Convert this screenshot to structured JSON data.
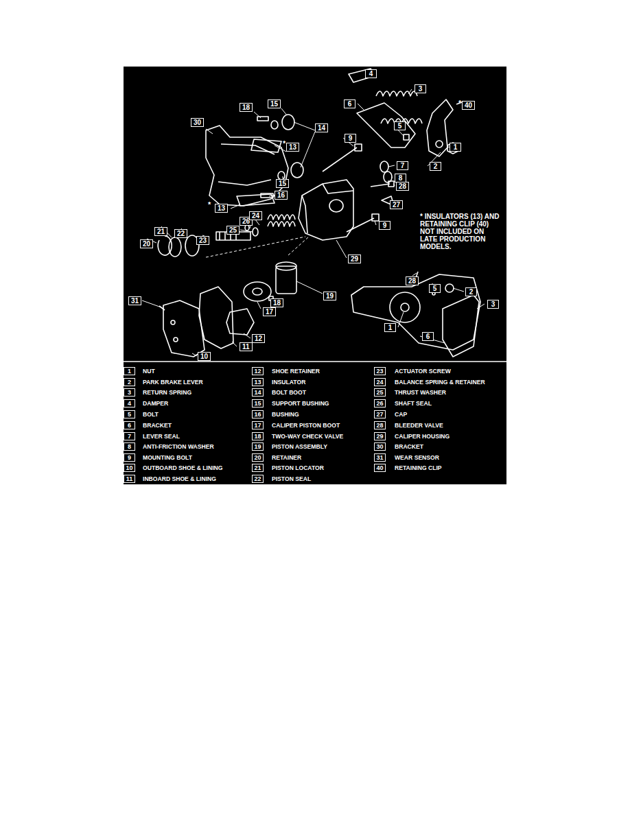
{
  "diagram": {
    "labels": [
      "4",
      "3",
      "*",
      "40",
      "6",
      "18",
      "15",
      "30",
      "14",
      "5",
      "1",
      "9",
      "2",
      "*",
      "13",
      "7",
      "8",
      "15",
      "16",
      "28",
      "27",
      "*",
      "13",
      "26",
      "25",
      "24",
      "9",
      "29",
      "21",
      "22",
      "23",
      "20",
      "19",
      "18",
      "17",
      "12",
      "31",
      "11",
      "10",
      "28",
      "5",
      "2",
      "3",
      "1",
      "6",
      "* INSULATORS (13) AND RETAINING CLIP (40) NOT INCLUDED ON LATE PRODUCTION MODELS.",
      "1",
      "NUT",
      "2",
      "PARK BRAKE LEVER",
      "3",
      "RETURN SPRING",
      "4",
      "DAMPER",
      "5",
      "BOLT",
      "6",
      "BRACKET",
      "7",
      "LEVER SEAL",
      "8",
      "ANTI-FRICTION WASHER",
      "9",
      "MOUNTING BOLT",
      "10",
      "OUTBOARD SHOE & LINING",
      "11",
      "INBOARD SHOE & LINING",
      "12",
      "SHOE RETAINER",
      "13",
      "INSULATOR",
      "14",
      "BOLT BOOT",
      "15",
      "SUPPORT BUSHING",
      "16",
      "BUSHING",
      "17",
      "CALIPER PISTON BOOT",
      "18",
      "TWO-WAY CHECK VALVE",
      "19",
      "PISTON ASSEMBLY",
      "20",
      "RETAINER",
      "21",
      "PISTON LOCATOR",
      "22",
      "PISTON SEAL",
      "23",
      "ACTUATOR SCREW",
      "24",
      "BALANCE SPRING & RETAINER",
      "25",
      "THRUST WASHER",
      "26",
      "SHAFT SEAL",
      "27",
      "CAP",
      "28",
      "BLEEDER VALVE",
      "29",
      "CALIPER HOUSING",
      "30",
      "BRACKET",
      "31",
      "WEAR SENSOR",
      "40",
      "RETAINING CLIP"
    ]
  }
}
